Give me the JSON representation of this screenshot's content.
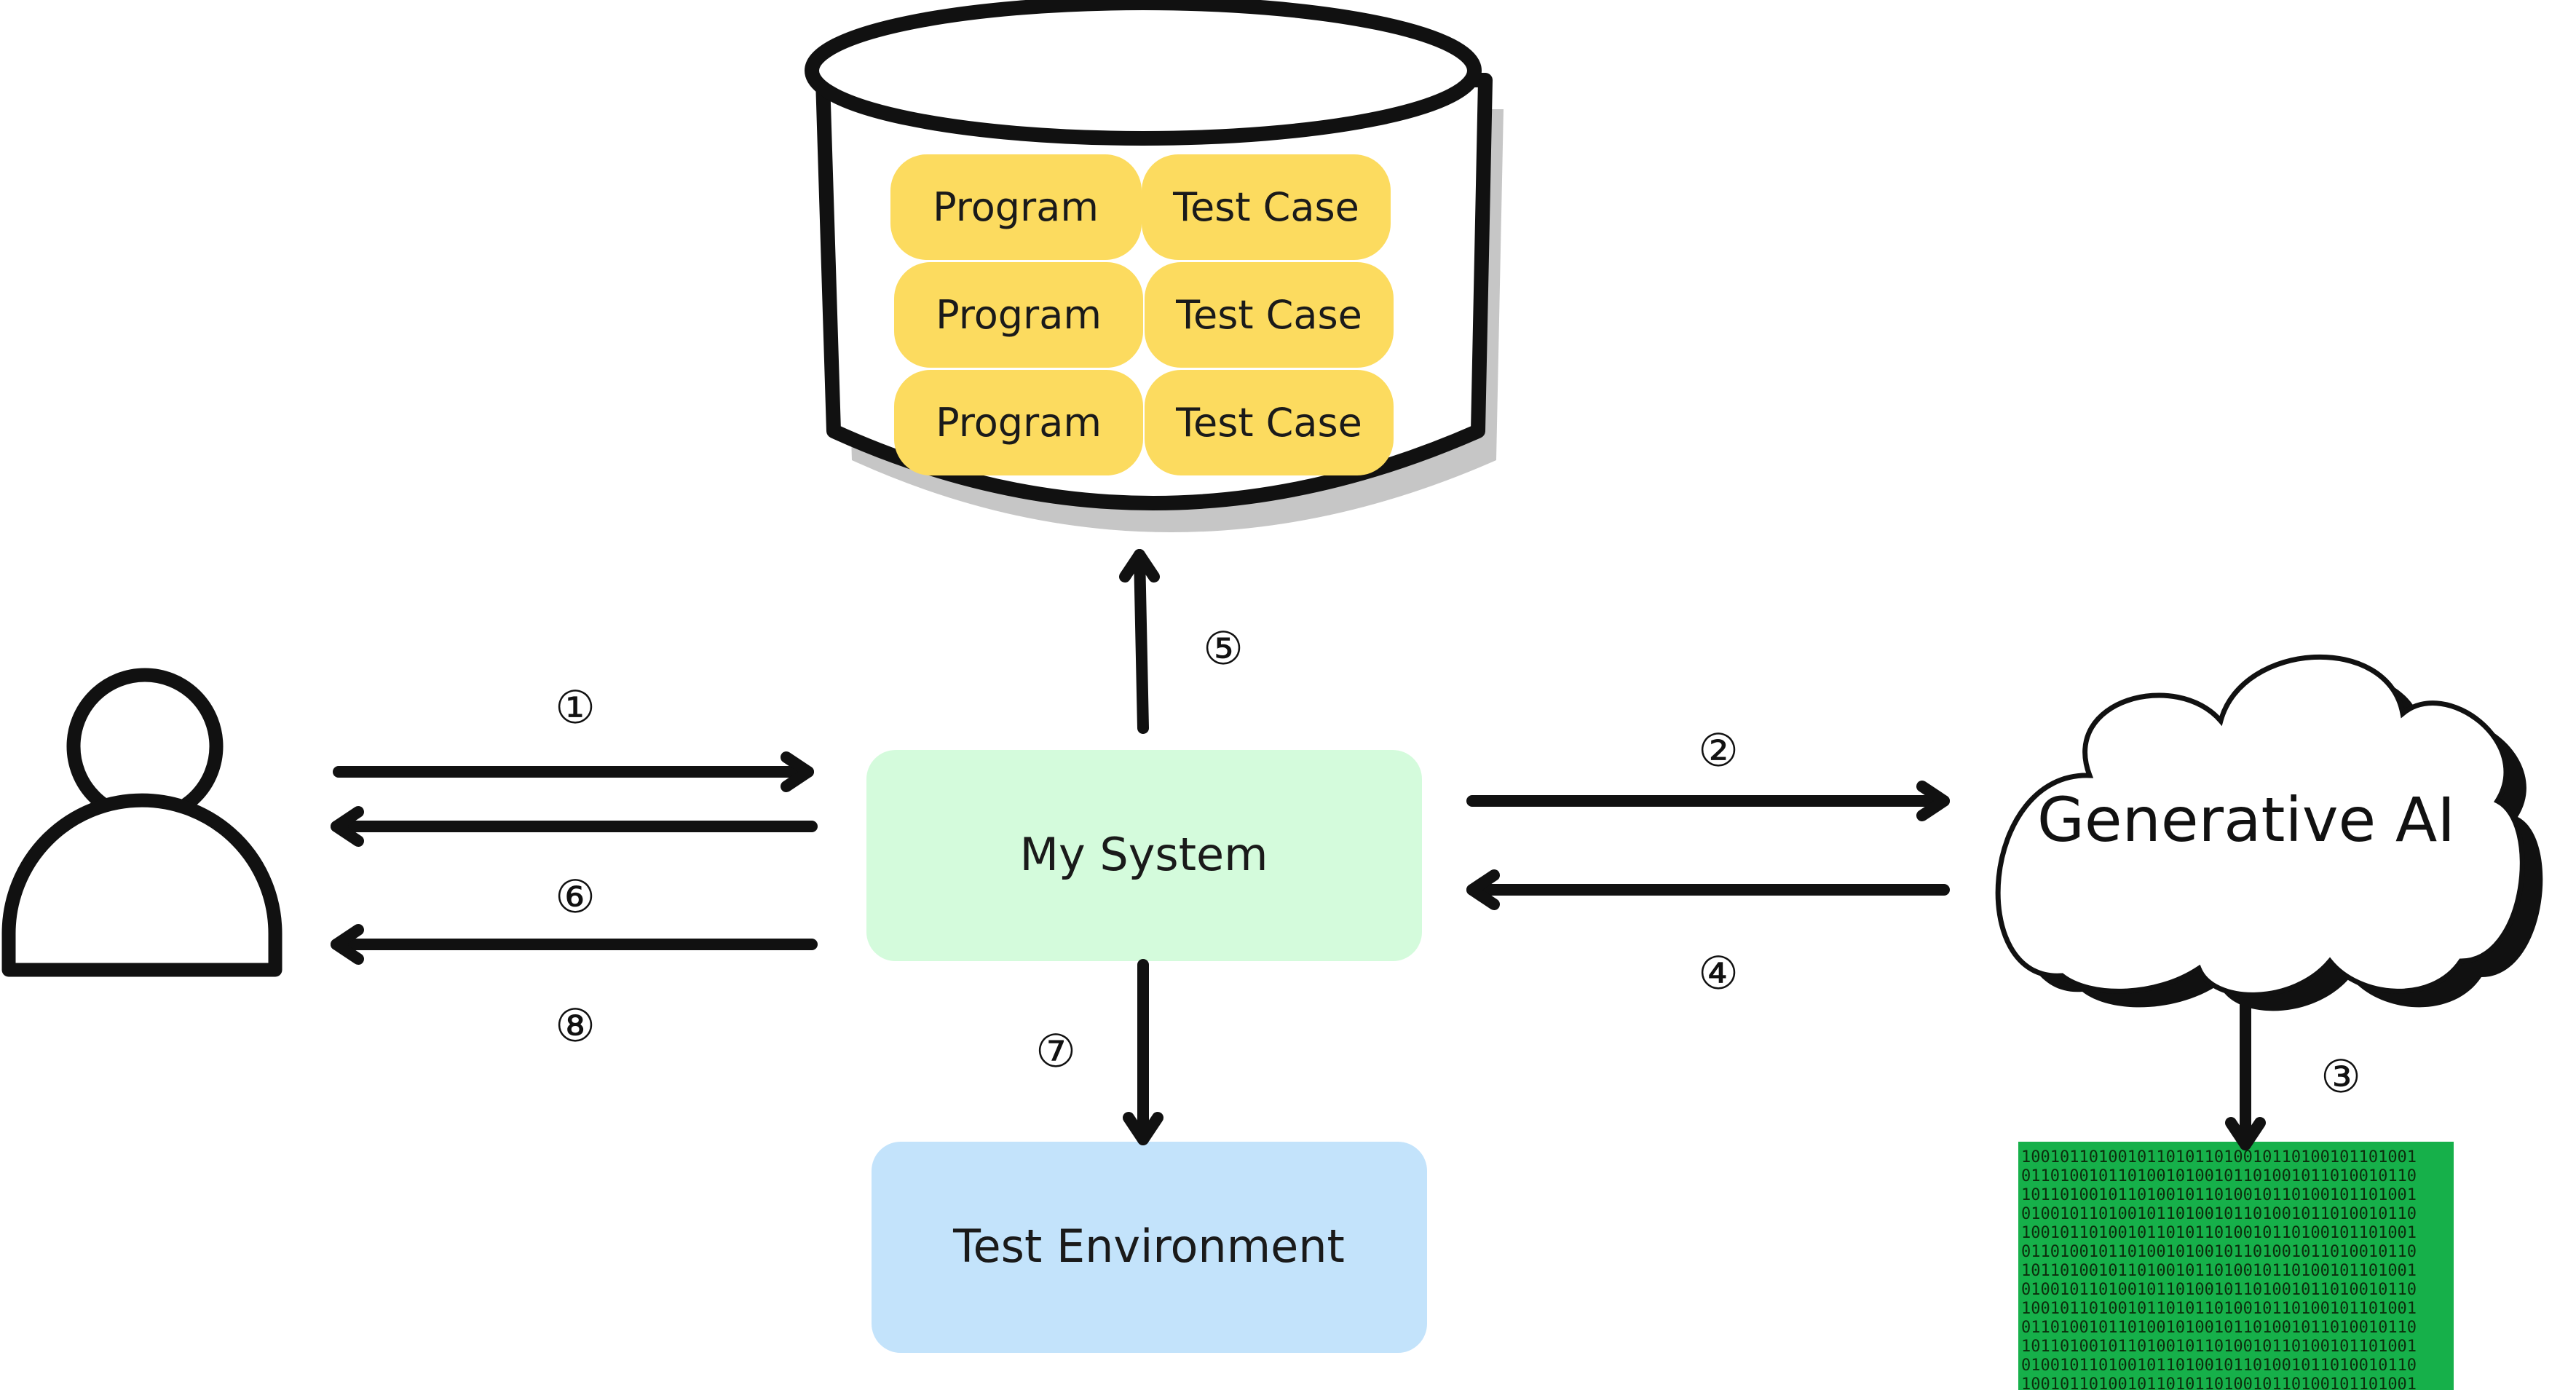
{
  "database": {
    "rows": [
      {
        "program": "Program",
        "test_case": "Test Case"
      },
      {
        "program": "Program",
        "test_case": "Test Case"
      },
      {
        "program": "Program",
        "test_case": "Test Case"
      }
    ]
  },
  "nodes": {
    "system": "My System",
    "environment": "Test Environment",
    "ai": "Generative AI"
  },
  "steps": [
    "①",
    "②",
    "③",
    "④",
    "⑤",
    "⑥",
    "⑦",
    "⑧"
  ],
  "binary_rows": [
    "10010110100101101011010010110100101101001",
    "01101001011010010100101101001011010010110",
    "10110100101101001011010010110100101101001",
    "01001011010010110100101101001011010010110"
  ],
  "icons": {
    "user": "user-icon",
    "cloud": "cloud-icon",
    "database": "database-cylinder-icon",
    "data": "binary-data-icon"
  },
  "colors": {
    "pill": "#fcdb5f",
    "system_box": "#d4fbdc",
    "environment_box": "#c3e3fb",
    "binary_bg": "#16b04a",
    "ink": "#111111"
  }
}
